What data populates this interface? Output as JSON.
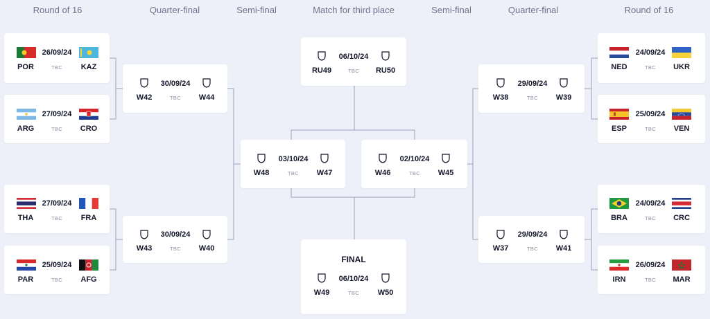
{
  "headers": {
    "r16_left": "Round of 16",
    "qf_left": "Quarter-final",
    "sf_left": "Semi-final",
    "third": "Match for third place",
    "sf_right": "Semi-final",
    "qf_right": "Quarter-final",
    "r16_right": "Round of 16"
  },
  "matches": {
    "r16_l1": {
      "date": "26/09/24",
      "status": "TBC",
      "home": "POR",
      "away": "KAZ",
      "home_flag": "portugal-flag-icon",
      "away_flag": "kazakhstan-flag-icon"
    },
    "r16_l2": {
      "date": "27/09/24",
      "status": "TBC",
      "home": "ARG",
      "away": "CRO",
      "home_flag": "argentina-flag-icon",
      "away_flag": "croatia-flag-icon"
    },
    "r16_l3": {
      "date": "27/09/24",
      "status": "TBC",
      "home": "THA",
      "away": "FRA",
      "home_flag": "thailand-flag-icon",
      "away_flag": "france-flag-icon"
    },
    "r16_l4": {
      "date": "25/09/24",
      "status": "TBC",
      "home": "PAR",
      "away": "AFG",
      "home_flag": "paraguay-flag-icon",
      "away_flag": "afghanistan-flag-icon"
    },
    "qf_l1": {
      "date": "30/09/24",
      "status": "TBC",
      "home": "W42",
      "away": "W44"
    },
    "qf_l2": {
      "date": "30/09/24",
      "status": "TBC",
      "home": "W43",
      "away": "W40"
    },
    "sf_l": {
      "date": "03/10/24",
      "status": "TBC",
      "home": "W48",
      "away": "W47"
    },
    "third": {
      "date": "06/10/24",
      "status": "TBC",
      "home": "RU49",
      "away": "RU50"
    },
    "final": {
      "title": "FINAL",
      "date": "06/10/24",
      "status": "TBC",
      "home": "W49",
      "away": "W50"
    },
    "sf_r": {
      "date": "02/10/24",
      "status": "TBC",
      "home": "W46",
      "away": "W45"
    },
    "qf_r1": {
      "date": "29/09/24",
      "status": "TBC",
      "home": "W38",
      "away": "W39"
    },
    "qf_r2": {
      "date": "29/09/24",
      "status": "TBC",
      "home": "W37",
      "away": "W41"
    },
    "r16_r1": {
      "date": "24/09/24",
      "status": "TBC",
      "home": "NED",
      "away": "UKR",
      "home_flag": "netherlands-flag-icon",
      "away_flag": "ukraine-flag-icon"
    },
    "r16_r2": {
      "date": "25/09/24",
      "status": "TBC",
      "home": "ESP",
      "away": "VEN",
      "home_flag": "spain-flag-icon",
      "away_flag": "venezuela-flag-icon"
    },
    "r16_r3": {
      "date": "24/09/24",
      "status": "TBC",
      "home": "BRA",
      "away": "CRC",
      "home_flag": "brazil-flag-icon",
      "away_flag": "costa-rica-flag-icon"
    },
    "r16_r4": {
      "date": "26/09/24",
      "status": "TBC",
      "home": "IRN",
      "away": "MAR",
      "home_flag": "iran-flag-icon",
      "away_flag": "morocco-flag-icon"
    }
  },
  "colors": {
    "background": "#eef0f9",
    "card": "#ffffff",
    "connector": "#9aa0ba",
    "header_text": "#6e7189",
    "tbc_text": "#8a8da3"
  }
}
